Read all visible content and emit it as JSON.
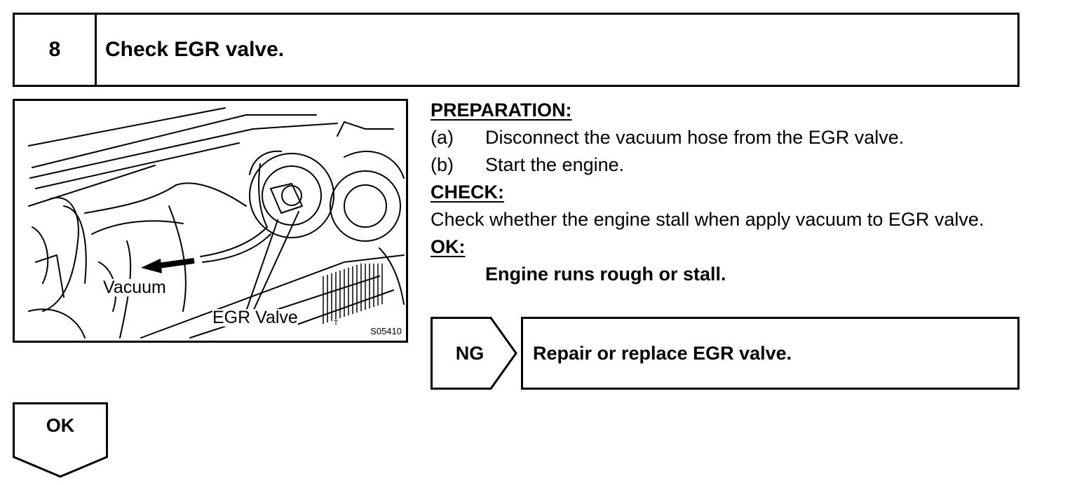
{
  "step": {
    "number": "8",
    "title": "Check EGR valve."
  },
  "figure": {
    "labels": {
      "vacuum": "Vacuum",
      "egr_valve": "EGR Valve"
    },
    "code": "S05410",
    "marker": "T"
  },
  "preparation": {
    "heading": "PREPARATION:",
    "items": [
      {
        "tag": "(a)",
        "text": "Disconnect the vacuum hose from the EGR valve."
      },
      {
        "tag": "(b)",
        "text": "Start the engine."
      }
    ]
  },
  "check": {
    "heading": "CHECK:",
    "text": "Check whether the engine stall when apply vacuum to EGR valve."
  },
  "ok": {
    "heading": "OK:",
    "result": "Engine runs rough or stall."
  },
  "ng": {
    "label": "NG",
    "action": "Repair or replace EGR valve."
  },
  "ok_branch": {
    "label": "OK"
  }
}
